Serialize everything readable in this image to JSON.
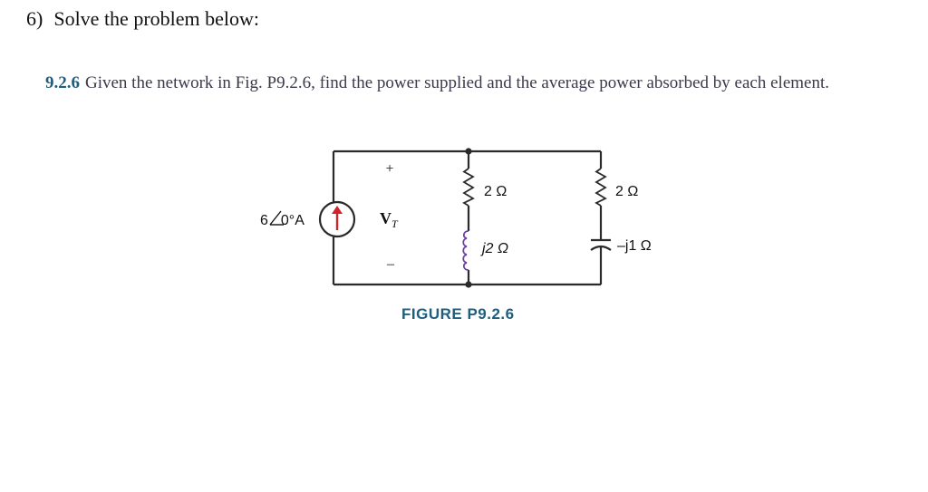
{
  "heading": {
    "number": "6)",
    "text": "Solve the problem below:"
  },
  "problem": {
    "number": "9.2.6",
    "text": "Given the network in Fig. P9.2.6, find the power supplied and the average power absorbed by each element."
  },
  "figure": {
    "source_label": "6/0°A",
    "source_mag": "6",
    "source_angle": "0°A",
    "voltage_plus": "+",
    "voltage_minus": "–",
    "voltage_label": "V",
    "voltage_sub": "T",
    "r1_label": "2 Ω",
    "l1_label": "j2 Ω",
    "r2_label": "2 Ω",
    "c1_label": "–j1 Ω",
    "caption": "FIGURE P9.2.6"
  }
}
